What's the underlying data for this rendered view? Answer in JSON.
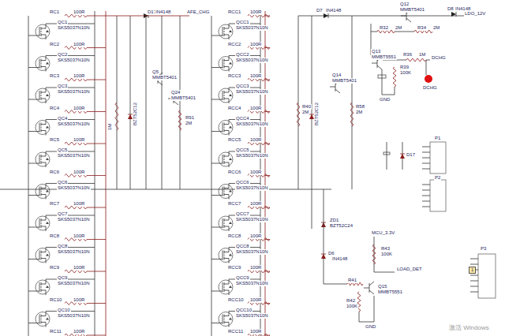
{
  "diagram": {
    "labels": [
      "RC1",
      "100R",
      "QC1",
      "SKS5037N10N",
      "RC2",
      "100R",
      "QC2",
      "SKS5037N10N",
      "RC3",
      "100R",
      "QC3",
      "SKS5037N10N",
      "RC4",
      "100R",
      "QC4",
      "SKS5037N10N",
      "RC5",
      "100R",
      "QC5",
      "SKS5037N10N",
      "RC6",
      "100R",
      "QC6",
      "SKS5037N10N",
      "RC7",
      "100R",
      "QC7",
      "SKS5037N10N",
      "RC8",
      "100R",
      "QC8",
      "SKS5037N10N",
      "RC9",
      "100R",
      "QC9",
      "SKS5037N10N",
      "RC10",
      "100R",
      "QC10",
      "SKS5037N10N",
      "RC11",
      "100R",
      "RCC1",
      "100R",
      "QCC1",
      "SKS5037N10N",
      "RCC2",
      "100R",
      "QCC2",
      "SKS5037N10N",
      "RCC3",
      "100R",
      "QCC3",
      "SKS5037N10N",
      "RCC4",
      "100R",
      "QCC4",
      "SKS5037N10N",
      "RCC5",
      "100R",
      "QCC5",
      "SKS5037N10N",
      "RCC6",
      "100R",
      "QCC6",
      "SKS5037N10N",
      "RCC7",
      "100R",
      "QCC7",
      "SKS5037N10N",
      "RCC8",
      "100R",
      "QCC8",
      "SKS5037N10N",
      "RCC9",
      "100R",
      "QCC9",
      "SKS5037N10N",
      "RCC10",
      "100R",
      "QCC10",
      "SKS5037N10N",
      "RCC11",
      "100R",
      "D13",
      "IN4148",
      "AFE_CHG",
      "Q5",
      "MMBT5401",
      "Q24",
      "MMBT5401",
      "R91",
      "2M",
      "1M",
      "BZT52C12",
      "D7",
      "IN4148",
      "Q12",
      "MMBT5401",
      "D8",
      "IN4148",
      "LDO_12V",
      "R32",
      "2M",
      "R34",
      "2M",
      "Q13",
      "MMBT5551",
      "R36",
      "1M",
      "DCHG",
      "R39",
      "100K",
      "GND",
      "DCHG",
      "R40",
      "2M",
      "BZT52C12",
      "Q14",
      "MMBT5401",
      "R58",
      "2M",
      "D17",
      "P1",
      "P2",
      "ZD1",
      "BZT52C24",
      "D6",
      "IN4148",
      "MCU_3.3V",
      "R43",
      "100K",
      "LOAD_DET",
      "R41",
      "Q15",
      "MMBT5551",
      "R42",
      "100K",
      "GND",
      "P3",
      "1",
      "激活 Windows"
    ]
  }
}
